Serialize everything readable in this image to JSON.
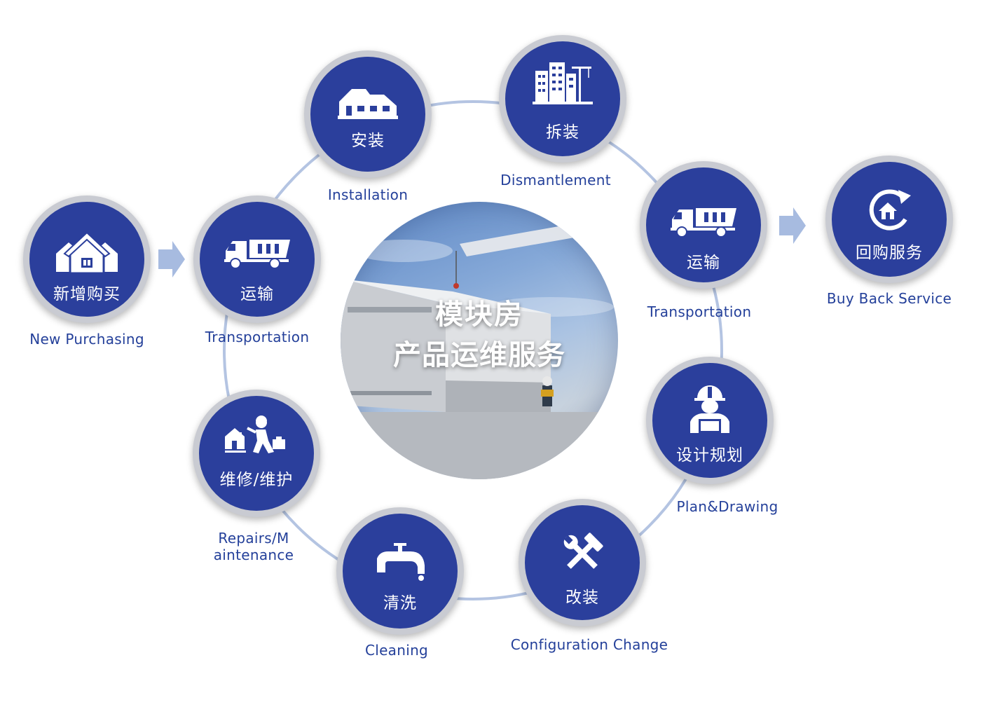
{
  "center": {
    "title_line1": "模块房",
    "title_line2": "产品运维服务"
  },
  "colors": {
    "node_fill": "#2b3f9c",
    "node_border": "#c9cbd2",
    "ring_line": "#b4c4e2",
    "label_text": "#24409a",
    "arrow": "#a7bbe0"
  },
  "nodes": [
    {
      "id": "new-purchasing",
      "cn": "新增购买",
      "en": "New Purchasing",
      "icon": "houses-icon"
    },
    {
      "id": "transportation-left",
      "cn": "运输",
      "en": "Transportation",
      "icon": "truck-icon"
    },
    {
      "id": "installation",
      "cn": "安装",
      "en": "Installation",
      "icon": "house-icon"
    },
    {
      "id": "dismantlement",
      "cn": "拆装",
      "en": "Dismantlement",
      "icon": "buildings-crane-icon"
    },
    {
      "id": "transportation-right",
      "cn": "运输",
      "en": "Transportation",
      "icon": "truck-icon"
    },
    {
      "id": "buy-back",
      "cn": "回购服务",
      "en": "Buy Back Service",
      "icon": "house-refresh-icon"
    },
    {
      "id": "plan-drawing",
      "cn": "设计规划",
      "en": "Plan&Drawing",
      "icon": "engineer-icon"
    },
    {
      "id": "configuration-change",
      "cn": "改装",
      "en": "Configuration Change",
      "icon": "tools-icon"
    },
    {
      "id": "cleaning",
      "cn": "清洗",
      "en": "Cleaning",
      "icon": "faucet-icon"
    },
    {
      "id": "repairs",
      "cn": "维修/维护",
      "en_line1": "Repairs/M",
      "en_line2": "aintenance",
      "icon": "repair-worker-icon"
    }
  ]
}
